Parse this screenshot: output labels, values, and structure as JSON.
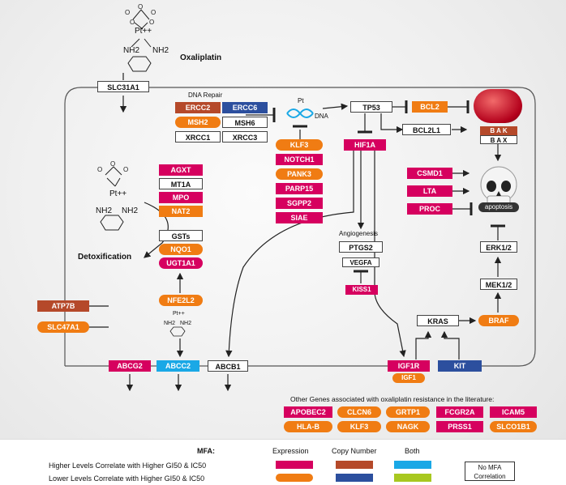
{
  "drug": {
    "name": "Oxaliplatin",
    "pt_label": "Pt++",
    "nh2_label": "NH2"
  },
  "labels": {
    "dna_repair": "DNA Repair",
    "dna": "DNA",
    "pt": "Pt",
    "detoxification": "Detoxification",
    "angiogenesis": "Angiogenesis",
    "apoptosis": "apoptosis",
    "other_genes": "Other Genes associated with oxaliplatin resistance in the literature:"
  },
  "genes": {
    "slc31a1": "SLC31A1",
    "ercc2": "ERCC2",
    "ercc6": "ERCC6",
    "msh2": "MSH2",
    "msh6": "MSH6",
    "xrcc1": "XRCC1",
    "xrcc3": "XRCC3",
    "klf3": "KLF3",
    "notch1": "NOTCH1",
    "pank3": "PANK3",
    "parp15": "PARP15",
    "sgpp2": "SGPP2",
    "siae": "SIAE",
    "tp53": "TP53",
    "bcl2": "BCL2",
    "bcl2l1": "BCL2L1",
    "hif1a": "HIF1A",
    "bak": "B A K",
    "bax": "B A X",
    "csmd1": "CSMD1",
    "lta": "LTA",
    "proc": "PROC",
    "erk": "ERK1/2",
    "mek": "MEK1/2",
    "braf": "BRAF",
    "kras": "KRAS",
    "agxt": "AGXT",
    "mt1a": "MT1A",
    "mpo": "MPO",
    "nat2": "NAT2",
    "gsts": "GSTs",
    "nqo1": "NQO1",
    "ugt1a1": "UGT1A1",
    "nfe2l2": "NFE2L2",
    "ptgs2": "PTGS2",
    "vegfa": "VEGFA",
    "kiss1": "KISS1",
    "atp7b": "ATP7B",
    "slc47a1": "SLC47A1",
    "abcg2": "ABCG2",
    "abcc2": "ABCC2",
    "abcb1": "ABCB1",
    "igf1r": "IGF1R",
    "igf1": "IGF1",
    "kit": "KIT"
  },
  "other_genes": [
    [
      "APOBEC2",
      "CLCN6",
      "GRTP1",
      "FCGR2A",
      "ICAM5"
    ],
    [
      "HLA-B",
      "KLF3",
      "NAGK",
      "PRSS1",
      "SLCO1B1"
    ]
  ],
  "legend": {
    "mfa": "MFA:",
    "expression": "Expression",
    "copy_number": "Copy Number",
    "both": "Both",
    "no_mfa": "No MFA Correlation",
    "higher": "Higher Levels Correlate with Higher GI50 & IC50",
    "lower": "Lower Levels Correlate with Higher GI50 & IC50"
  },
  "colors": {
    "expression_higher": "#d6005f",
    "expression_lower": "#f07c13",
    "copy_higher": "#b5492a",
    "copy_lower": "#2c4f9e",
    "both_higher": "#1aa8e6",
    "both_lower": "#a8c820"
  }
}
